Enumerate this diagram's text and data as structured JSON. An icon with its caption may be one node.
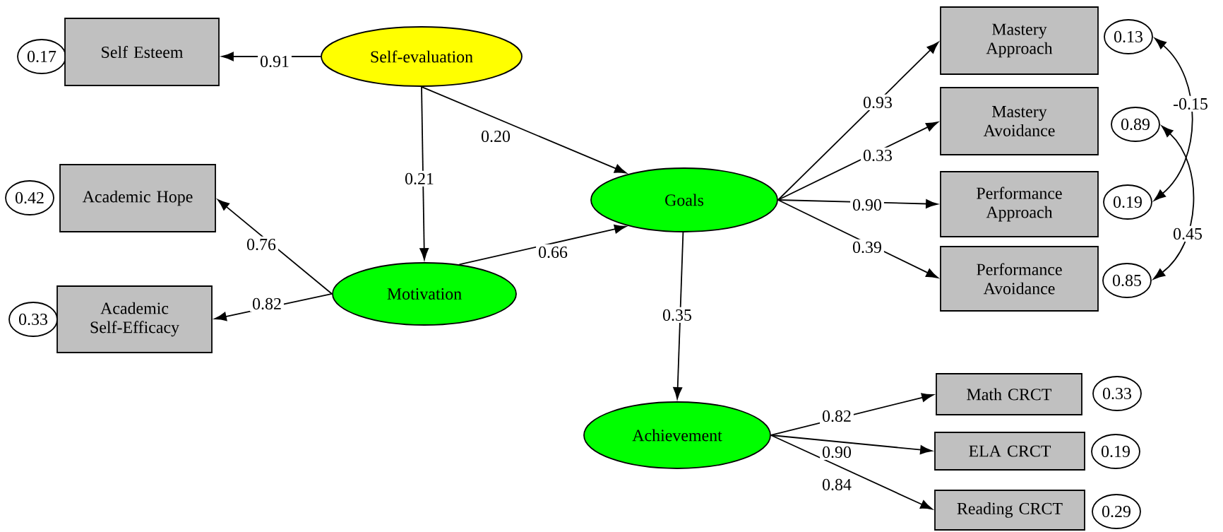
{
  "diagram": {
    "nodes": [
      {
        "text": [
          "0.17"
        ]
      },
      {
        "text": [
          "Self Esteem"
        ]
      },
      {
        "text": [
          "Self-evaluation"
        ]
      },
      {
        "text": [
          "0.42"
        ]
      },
      {
        "text": [
          "Academic Hope"
        ]
      },
      {
        "text": [
          "0.33"
        ]
      },
      {
        "text": [
          "Academic Self-Efficacy"
        ]
      },
      {
        "text": [
          "Motivation"
        ]
      },
      {
        "text": [
          "Goals"
        ]
      },
      {
        "text": [
          "Achievement"
        ]
      },
      {
        "text": [
          "Mastery Approach"
        ]
      },
      {
        "text": [
          "0.13"
        ]
      },
      {
        "text": [
          "Mastery Avoidance"
        ]
      },
      {
        "text": [
          "0.89"
        ]
      },
      {
        "text": [
          "Performance Approach"
        ]
      },
      {
        "text": [
          "0.19"
        ]
      },
      {
        "text": [
          "Performance Avoidance"
        ]
      },
      {
        "text": [
          "0.85"
        ]
      },
      {
        "text": [
          "Math CRCT"
        ]
      },
      {
        "text": [
          "0.33"
        ]
      },
      {
        "text": [
          "ELA CRCT"
        ]
      },
      {
        "text": [
          "0.19"
        ]
      },
      {
        "text": [
          "Reading CRCT"
        ]
      },
      {
        "text": [
          "0.29"
        ]
      }
    ],
    "edges": [
      {
        "from": 2,
        "to": 1,
        "arrow": "to",
        "label": "0.91"
      },
      {
        "from": 2,
        "to": 8,
        "arrow": "to",
        "label": "0.20"
      },
      {
        "from": 2,
        "to": 7,
        "arrow": "to",
        "label": "0.21"
      },
      {
        "from": 7,
        "to": 4,
        "arrow": "to",
        "label": "0.76"
      },
      {
        "from": 7,
        "to": 6,
        "arrow": "to",
        "label": "0.82"
      },
      {
        "from": 7,
        "to": 8,
        "arrow": "to",
        "label": "0.66"
      },
      {
        "from": 8,
        "to": 10,
        "arrow": "to",
        "label": "0.93"
      },
      {
        "from": 8,
        "to": 12,
        "arrow": "to",
        "label": "0.33"
      },
      {
        "from": 8,
        "to": 14,
        "arrow": "to",
        "label": "0.90"
      },
      {
        "from": 8,
        "to": 16,
        "arrow": "to",
        "label": "0.39"
      },
      {
        "from": 8,
        "to": 9,
        "arrow": "to",
        "label": "0.35"
      },
      {
        "from": 9,
        "to": 18,
        "arrow": "to",
        "label": "0.82"
      },
      {
        "from": 9,
        "to": 20,
        "arrow": "to",
        "label": "0.90"
      },
      {
        "from": 9,
        "to": 22,
        "arrow": "to",
        "label": "0.84"
      },
      {
        "from": 11,
        "to": 15,
        "arrow": "both",
        "label": "-0.15"
      },
      {
        "from": 13,
        "to": 17,
        "arrow": "both",
        "label": "0.45"
      }
    ]
  }
}
